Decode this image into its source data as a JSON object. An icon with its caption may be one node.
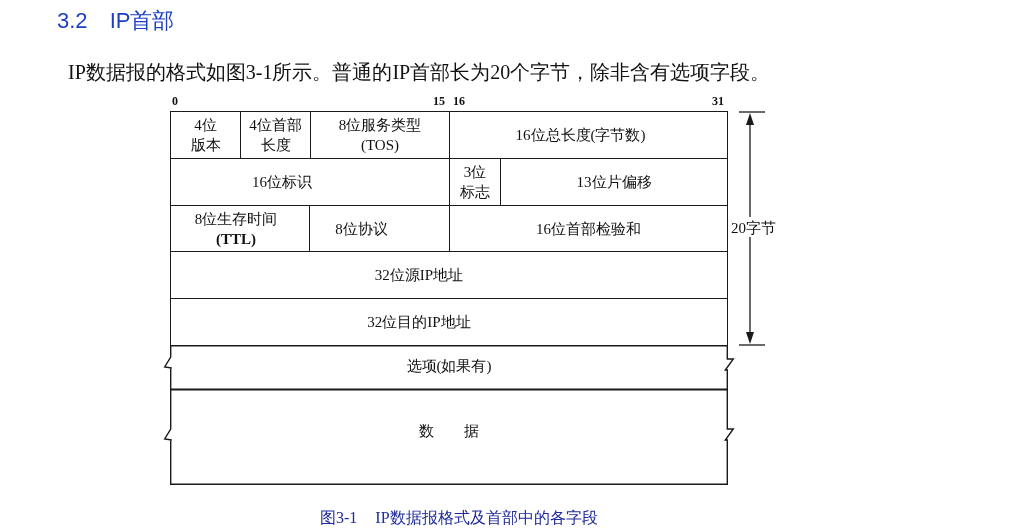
{
  "diagram": {
    "title": "3.2 IP首部",
    "caption": "图3-1 IP数据报格式及首部中的各字段",
    "nodes": [
      {
        "text": [
          "4位版本"
        ]
      },
      {
        "text": [
          "4位首部长度"
        ]
      },
      {
        "text": [
          "8位服务类型(TOS)"
        ]
      },
      {
        "text": [
          "16位总长度(字节数)"
        ]
      },
      {
        "text": [
          "16位标识"
        ]
      },
      {
        "text": [
          "3位标志"
        ]
      },
      {
        "text": [
          "13位片偏移"
        ]
      },
      {
        "text": [
          "8位生存时间**(TTL)**"
        ]
      },
      {
        "text": [
          "8位协议"
        ]
      },
      {
        "text": [
          "16位首部检验和"
        ]
      },
      {
        "text": [
          "32位源IP地址"
        ]
      },
      {
        "text": [
          "32位目的IP地址"
        ]
      },
      {
        "text": [
          "选项(如果有)"
        ]
      },
      {
        "text": [
          "数 据"
        ]
      }
    ],
    "labels": [
      "IP数据报的格式如图3-1所示。普通的IP首部长为20个字节，除非含有选项字段。",
      "0",
      "15",
      "16",
      "31",
      "20字节"
    ]
  }
}
